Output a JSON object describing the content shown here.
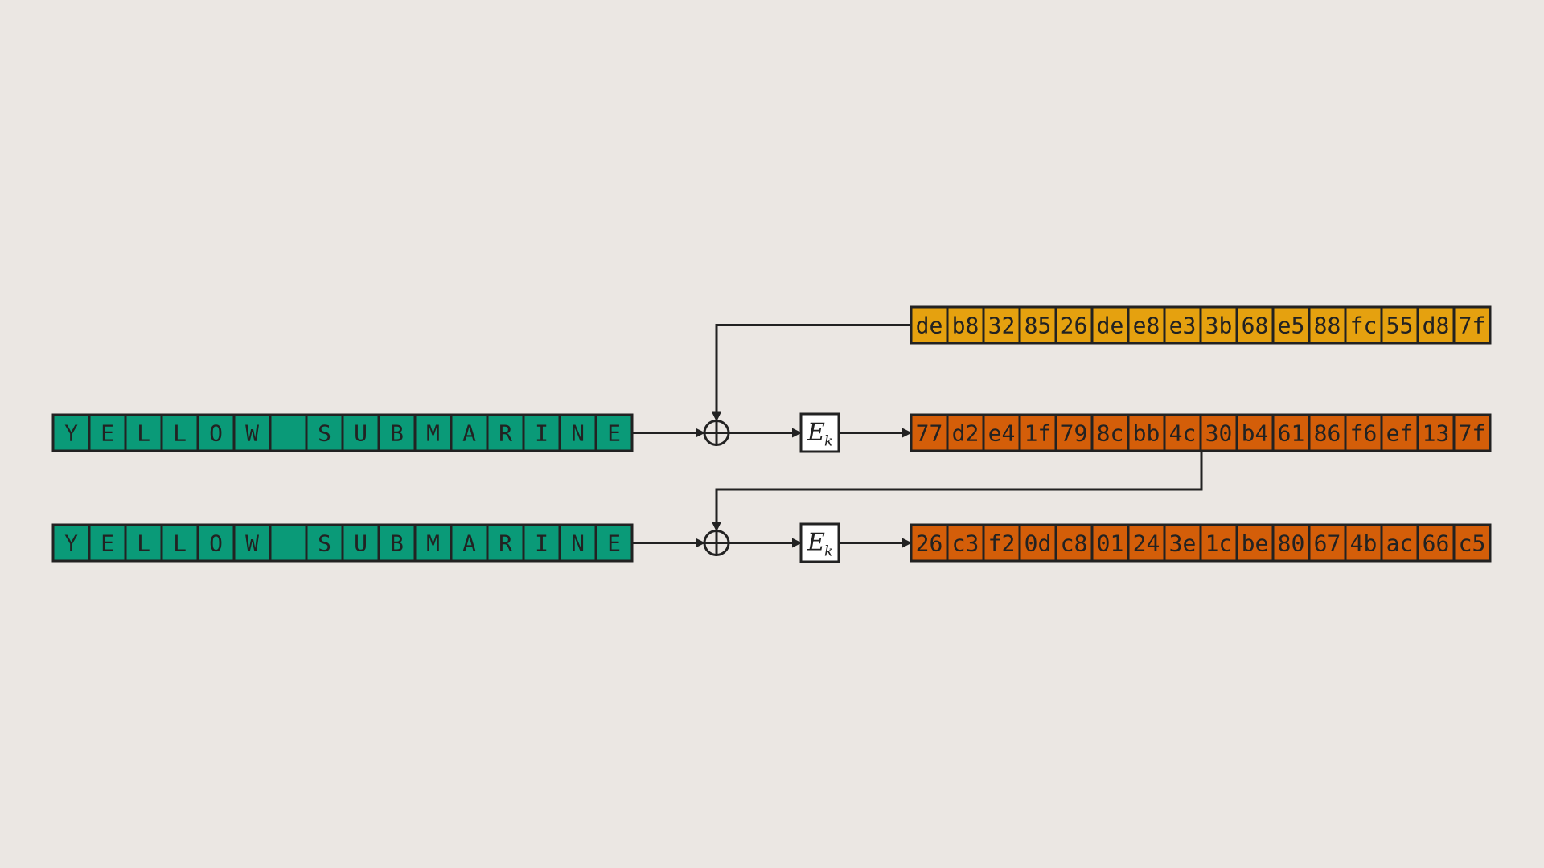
{
  "colors": {
    "background": "#ebe7e3",
    "plaintext": "#0a9a78",
    "iv": "#e5a10f",
    "ciphertext": "#d45e09",
    "cipher_box": "#ffffff",
    "stroke": "#222222"
  },
  "iv": {
    "bytes": [
      "de",
      "b8",
      "32",
      "85",
      "26",
      "de",
      "e8",
      "e3",
      "3b",
      "68",
      "e5",
      "88",
      "fc",
      "55",
      "d8",
      "7f"
    ]
  },
  "blocks": [
    {
      "plaintext": [
        "Y",
        "E",
        "L",
        "L",
        "O",
        "W",
        " ",
        "S",
        "U",
        "B",
        "M",
        "A",
        "R",
        "I",
        "N",
        "E"
      ],
      "operator_icon": "xor-circle-plus",
      "cipher": {
        "main": "E",
        "sub": "k"
      },
      "ciphertext": [
        "77",
        "d2",
        "e4",
        "1f",
        "79",
        "8c",
        "bb",
        "4c",
        "30",
        "b4",
        "61",
        "86",
        "f6",
        "ef",
        "13",
        "7f"
      ]
    },
    {
      "plaintext": [
        "Y",
        "E",
        "L",
        "L",
        "O",
        "W",
        " ",
        "S",
        "U",
        "B",
        "M",
        "A",
        "R",
        "I",
        "N",
        "E"
      ],
      "operator_icon": "xor-circle-plus",
      "cipher": {
        "main": "E",
        "sub": "k"
      },
      "ciphertext": [
        "26",
        "c3",
        "f2",
        "0d",
        "c8",
        "01",
        "24",
        "3e",
        "1c",
        "be",
        "80",
        "67",
        "4b",
        "ac",
        "66",
        "c5"
      ]
    }
  ]
}
